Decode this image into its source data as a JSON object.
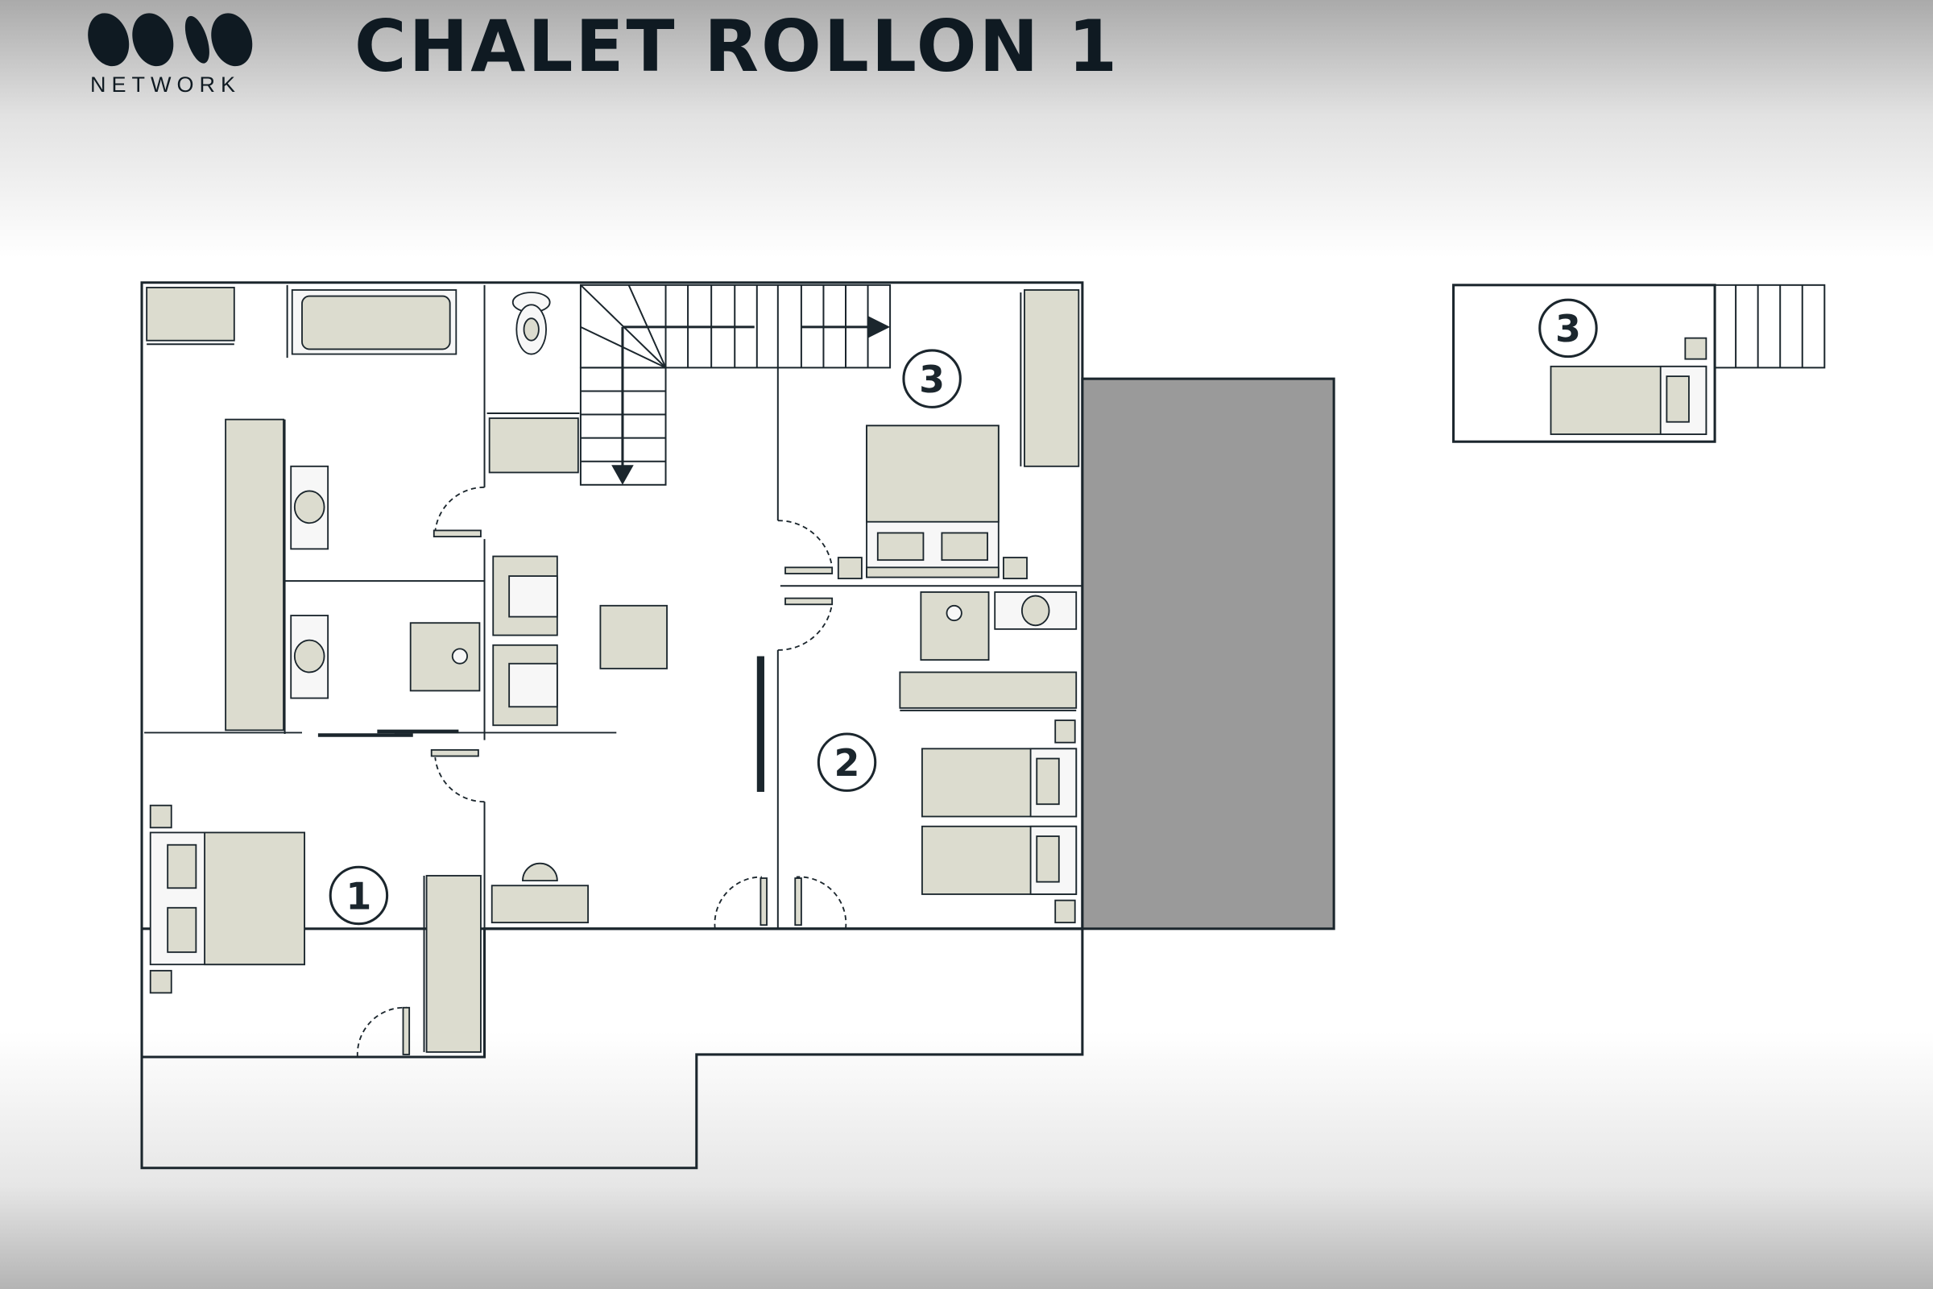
{
  "header": {
    "title": "CHALET ROLLON 1",
    "logo_wordmark": "NETWORK"
  },
  "rooms": [
    {
      "label": "1"
    },
    {
      "label": "2"
    },
    {
      "label": "3"
    },
    {
      "label": "3"
    }
  ],
  "colors": {
    "ink": "#1b262d",
    "furniture": "#dcdccf",
    "outbuilding": "#9a9a9a"
  }
}
